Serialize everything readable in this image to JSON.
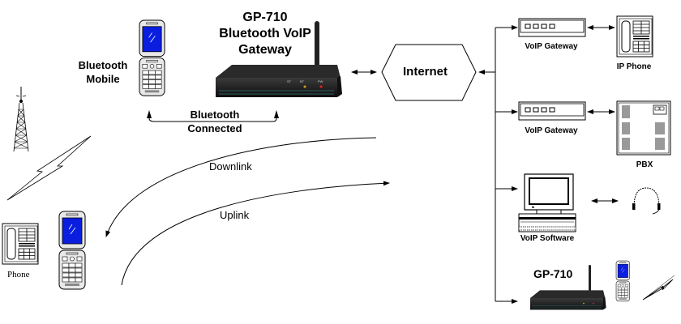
{
  "diagram": {
    "title_device": {
      "model": "GP-710",
      "line2": "Bluetooth VoIP",
      "line3": "Gateway"
    },
    "gateway_faceplate": {
      "led_labels": [
        "ST",
        "BT",
        "PW"
      ]
    },
    "bluetooth_mobile": {
      "line1": "Bluetooth",
      "line2": "Mobile"
    },
    "bluetooth_link": {
      "line1": "Bluetooth",
      "line2": "Connected"
    },
    "internet": {
      "label": "Internet"
    },
    "flows": {
      "downlink": "Downlink",
      "uplink": "Uplink"
    },
    "left_endpoints": {
      "phone_label": "Phone"
    },
    "right_branches": [
      {
        "device": "VoIP Gateway",
        "peer": "IP Phone"
      },
      {
        "device": "VoIP Gateway",
        "peer": "PBX"
      },
      {
        "device": "VoIP Software",
        "peer": "Headset"
      },
      {
        "device": "GP-710",
        "peer": "Bluetooth Mobile"
      }
    ],
    "colors": {
      "line": "#000000",
      "phone_screen": "#0a1ee0",
      "phone_body": "#e8e8e8",
      "device_body": "#1a1a1a",
      "led_red": "#e02020",
      "led_amber": "#d0a020"
    }
  }
}
